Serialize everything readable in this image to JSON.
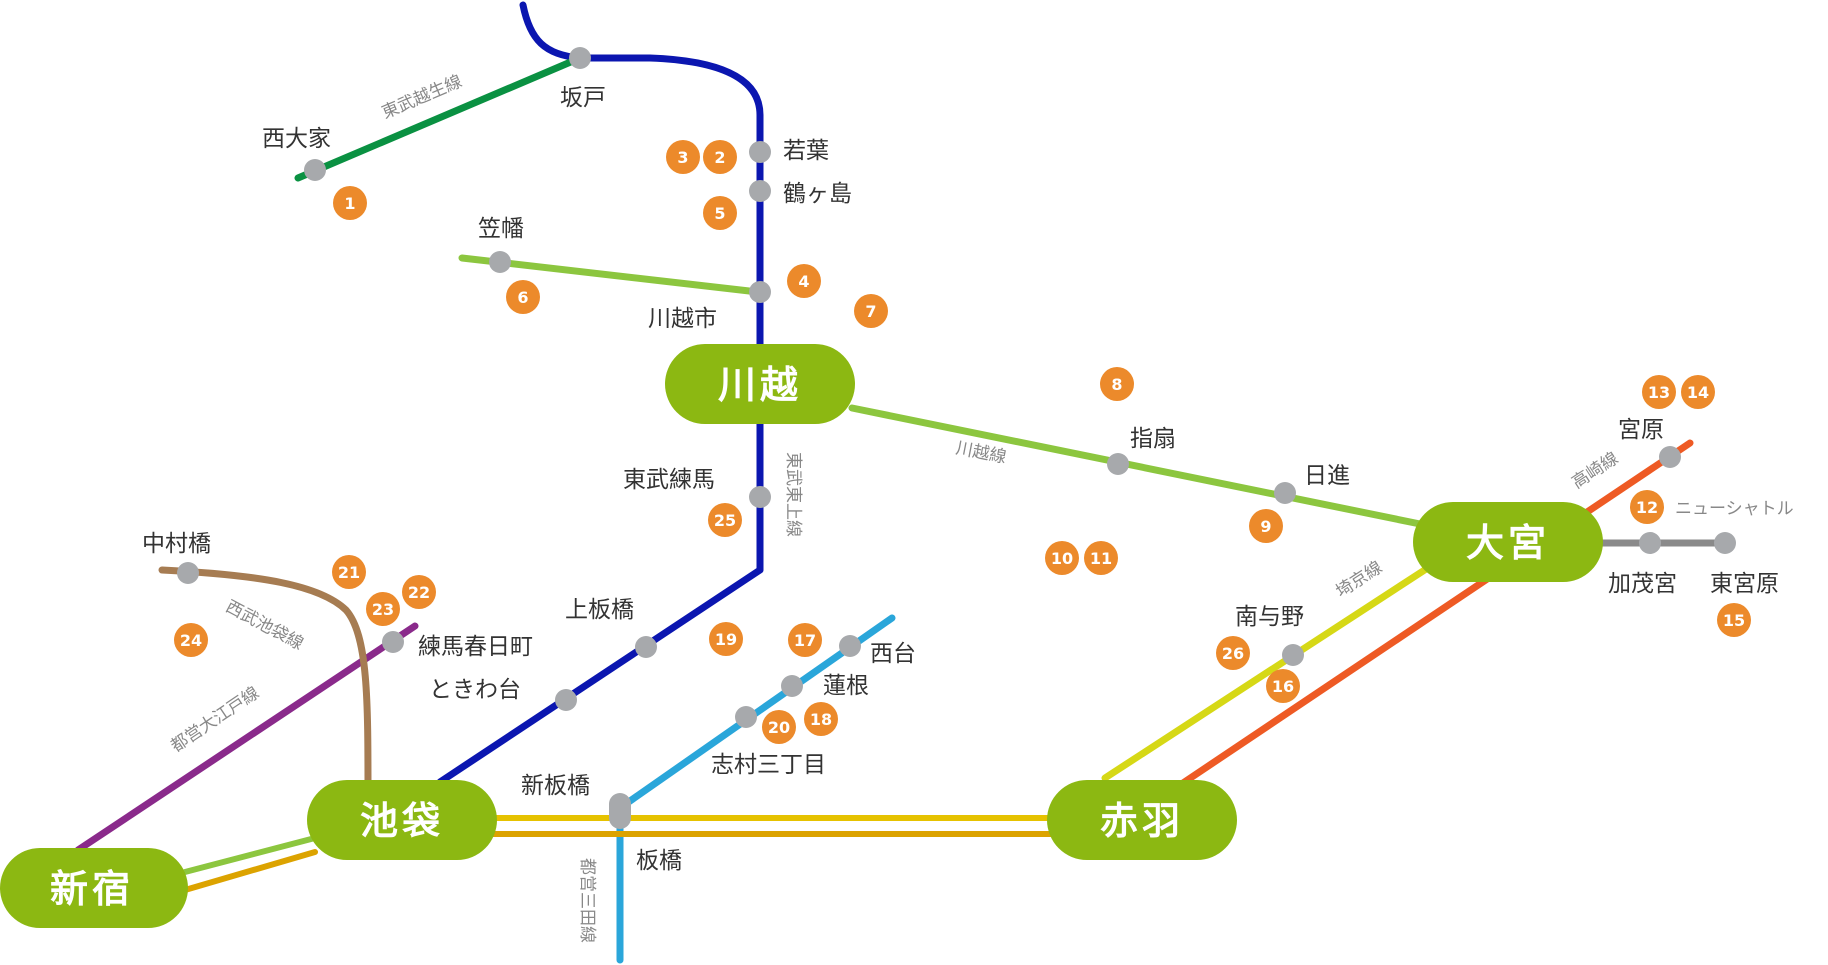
{
  "colors": {
    "hub_fill": "#8cb812",
    "station_dot": "#a7a9ac",
    "spot_marker": "#ec8a2b",
    "tobu_tojo": "#0b16b0",
    "tobu_ogose": "#0a9142",
    "kawagoe_line": "#8cc63f",
    "saikyo_line": "#d6d816",
    "takasaki_line": "#ee5a24",
    "mita_line": "#2aa6da",
    "oedo_line": "#8a2a8b",
    "seibu_ikebukuro": "#a67c52",
    "shuttle": "#8a8a8a",
    "yellow_track": "#e6c200",
    "orange_track": "#dca300"
  },
  "hubs": {
    "kawagoe": "川越",
    "omiya": "大宮",
    "ikebukuro": "池袋",
    "akabane": "赤羽",
    "shinjuku": "新宿"
  },
  "stations": {
    "sakado": "坂戸",
    "nishi_oya": "西大家",
    "wakaba": "若葉",
    "tsurugashima": "鶴ヶ島",
    "kasahata": "笠幡",
    "kawagoeshi": "川越市",
    "sashiogi": "指扇",
    "nisshin": "日進",
    "miyahara": "宮原",
    "kamoya": "加茂宮",
    "higashi_miyahara": "東宮原",
    "tobu_nerima": "東武練馬",
    "kami_itabashi": "上板橋",
    "tokiwadai": "ときわ台",
    "nakamurabashi": "中村橋",
    "nerima_kasugacho": "練馬春日町",
    "minami_yono": "南与野",
    "nishidai": "西台",
    "hasune": "蓮根",
    "shimura_sanchome": "志村三丁目",
    "shin_itabashi": "新板橋",
    "itabashi": "板橋"
  },
  "lines": {
    "tobu_ogose": "東武越生線",
    "tobu_tojo": "東武東上線",
    "kawagoe": "川越線",
    "takasaki": "高崎線",
    "saikyo": "埼京線",
    "new_shuttle": "ニューシャトル",
    "seibu_ikebukuro": "西武池袋線",
    "toei_oedo": "都営大江戸線",
    "toei_mita": "都営三田線"
  },
  "spots": {
    "s1": "1",
    "s2": "2",
    "s3": "3",
    "s4": "4",
    "s5": "5",
    "s6": "6",
    "s7": "7",
    "s8": "8",
    "s9": "9",
    "s10": "10",
    "s11": "11",
    "s12": "12",
    "s13": "13",
    "s14": "14",
    "s15": "15",
    "s16": "16",
    "s17": "17",
    "s18": "18",
    "s19": "19",
    "s20": "20",
    "s21": "21",
    "s22": "22",
    "s23": "23",
    "s24": "24",
    "s25": "25",
    "s26": "26"
  }
}
